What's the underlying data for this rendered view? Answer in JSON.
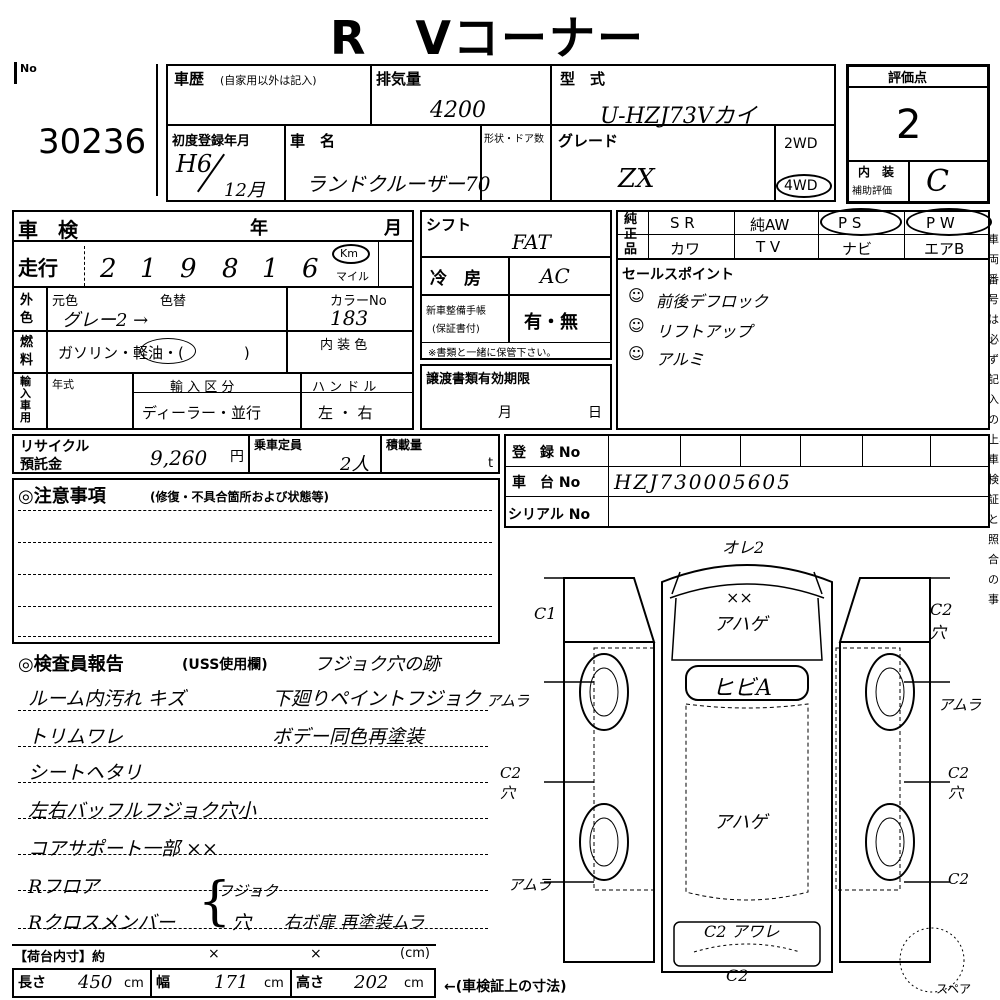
{
  "header": {
    "title": "R　Vコーナー"
  },
  "lot": {
    "label": "No",
    "number": "30236"
  },
  "vehicle": {
    "history_label": "車歴",
    "history_note": "(自家用以外は記入)",
    "displacement_label": "排気量",
    "displacement": "4200",
    "model_label": "型　式",
    "model": "U-HZJ73Vカイ",
    "first_reg_label": "初度登録年月",
    "first_reg_year": "H6",
    "first_reg_month": "12月",
    "name_label": "車　名",
    "name": "ランドクルーザー70",
    "shape_label": "形状・ドア数",
    "grade_label": "グレード",
    "grade": "ZX",
    "drive_2wd": "2WD",
    "drive_4wd": "4WD"
  },
  "evaluation": {
    "label": "評価点",
    "score": "2",
    "interior_label": "内　装",
    "interior_sub": "補助評価",
    "interior": "C"
  },
  "inspection": {
    "shaken_label": "車　検",
    "year_label": "年",
    "month_label": "月",
    "mileage_label": "走行",
    "mileage_digits": [
      "2",
      "1",
      "9",
      "8",
      "1",
      "6"
    ],
    "km_label": "Km",
    "mile_label": "マイル",
    "color_side": "外 色",
    "color_label": "元色",
    "repaint_label": "色替",
    "color": "グレー2 →",
    "color_no_label": "カラーNo",
    "color_no": "183",
    "fuel_side": "燃 料",
    "fuel_options": "ガソリン・軽油・(　　　　)",
    "interior_color_label": "内 装 色",
    "import_side": "輸 入 車 用",
    "year_model_label": "年式",
    "import_type_label": "輸 入 区 分",
    "import_type_options": "ディーラー・並行",
    "handle_label": "ハ ン ド ル",
    "handle_options": "左 ・ 右"
  },
  "specs": {
    "shift_label": "シフト",
    "shift": "FAT",
    "ac_label": "冷　房",
    "ac": "AC",
    "manual_label": "新車整備手帳",
    "manual_sub": "(保証書付)",
    "manual_options": "有・無",
    "manual_note": "※書類と一緒に保管下さい。",
    "transfer_label": "譲渡書類有効期限",
    "month": "月",
    "day": "日"
  },
  "equipment": {
    "side_label": "純正品",
    "row1": [
      "S R",
      "純AW",
      "P S",
      "P W"
    ],
    "row2": [
      "カワ",
      "T V",
      "ナビ",
      "エアB"
    ],
    "sales_label": "セールスポイント",
    "sales_points": [
      "前後デフロック",
      "リフトアップ",
      "アルミ"
    ]
  },
  "recycle": {
    "label": "リサイクル",
    "label2": "預託金",
    "amount": "9,260",
    "yen": "円",
    "capacity_label": "乗車定員",
    "capacity": "2人",
    "load_label": "積載量",
    "load_unit": "t"
  },
  "registration": {
    "reg_label": "登　録 No",
    "chassis_label": "車　台 No",
    "chassis": "HZJ730005605",
    "serial_label": "シリアル No"
  },
  "notes": {
    "label": "◎注意事項",
    "sub": "(修復・不具合箇所および状態等)"
  },
  "report": {
    "label": "◎検査員報告",
    "sub": "(USS使用欄)",
    "extra": "フジョク穴の跡",
    "lines": [
      "ルーム内汚れ キズ",
      "トリムワレ",
      "シートヘタリ",
      "左右バッフルフジョク穴小",
      "コアサポート一部 ××",
      "Rフロア",
      "Rクロスメンバー"
    ],
    "right_lines": [
      "下廻りペイントフジョク",
      "ボデー同色再塗装"
    ],
    "bracket": "フジョク",
    "hole": "穴",
    "tail": "右ボ扉 再塗装ムラ"
  },
  "diagram": {
    "top": "オレ2",
    "c1": "C1",
    "c2_hole": "C2 穴",
    "xx": "××",
    "hood": "アハゲ",
    "roof_label": "ヒビA",
    "roof": "アハゲ",
    "amura": "アムラ",
    "amura2": "アムラ",
    "c2_hole2": "C2 穴",
    "c2": "C2",
    "c2_hole3": "C2 穴",
    "amura3": "アムラ",
    "c2_right": "C2",
    "rear": "C2 アワレ",
    "bottom": "C2",
    "spare": "スペア"
  },
  "cargo": {
    "label": "【荷台内寸】約",
    "x": "×",
    "cm": "(cm)"
  },
  "dimensions": {
    "length_label": "長さ",
    "length": "450",
    "width_label": "幅",
    "width": "171",
    "height_label": "高さ",
    "height": "202",
    "unit": "cm",
    "note": "←(車検証上の寸法)"
  },
  "side_text": "車両番号は必ず記入の上、車検証と照合の事"
}
